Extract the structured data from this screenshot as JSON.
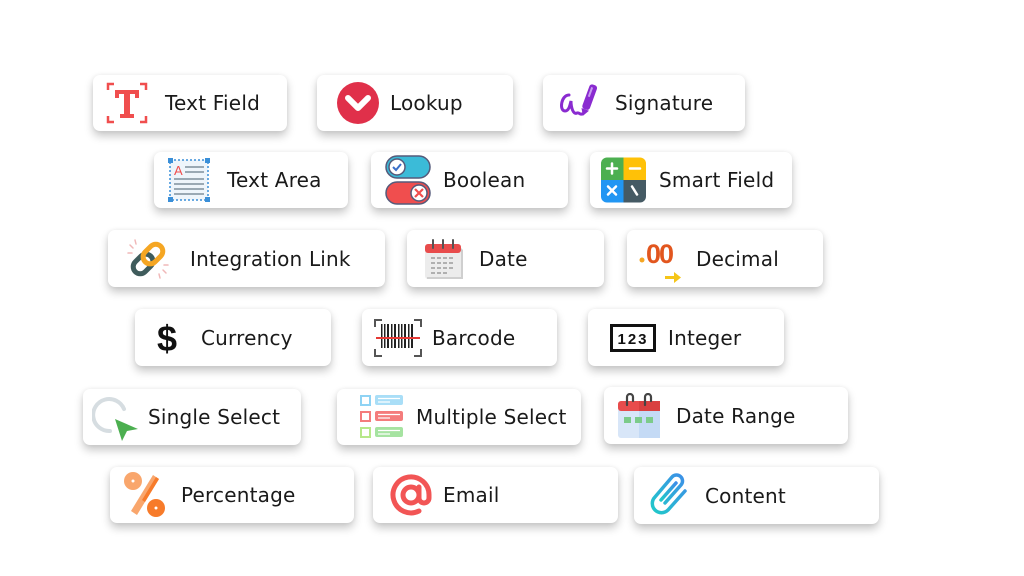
{
  "field_types": [
    {
      "id": "text-field",
      "label": "Text Field",
      "icon": "text-field-icon",
      "color": "#f04e4e"
    },
    {
      "id": "lookup",
      "label": "Lookup",
      "icon": "lookup-chevron-icon",
      "color": "#e0304a"
    },
    {
      "id": "signature",
      "label": "Signature",
      "icon": "signature-pen-icon",
      "color": "#8a2bd0"
    },
    {
      "id": "text-area",
      "label": "Text Area",
      "icon": "text-area-icon",
      "color": "#3a8fd8"
    },
    {
      "id": "boolean",
      "label": "Boolean",
      "icon": "boolean-toggle-icon",
      "color": "#3bbbd8"
    },
    {
      "id": "smart-field",
      "label": "Smart Field",
      "icon": "calculator-icon",
      "color": "#4caf50"
    },
    {
      "id": "integration-link",
      "label": "Integration Link",
      "icon": "chain-link-icon",
      "color": "#f5a623"
    },
    {
      "id": "date",
      "label": "Date",
      "icon": "calendar-icon",
      "color": "#e84c4c"
    },
    {
      "id": "decimal",
      "label": "Decimal",
      "icon": "decimal-icon",
      "color": "#e2561e",
      "icon_text": ".00"
    },
    {
      "id": "currency",
      "label": "Currency",
      "icon": "dollar-icon",
      "color": "#111111",
      "icon_text": "$"
    },
    {
      "id": "barcode",
      "label": "Barcode",
      "icon": "barcode-icon",
      "color": "#e53935"
    },
    {
      "id": "integer",
      "label": "Integer",
      "icon": "integer-123-icon",
      "color": "#111111",
      "icon_text": "123"
    },
    {
      "id": "single-select",
      "label": "Single Select",
      "icon": "cursor-select-icon",
      "color": "#4caf50"
    },
    {
      "id": "multiple-select",
      "label": "Multiple Select",
      "icon": "checklist-icon",
      "color": "#f47c7c"
    },
    {
      "id": "date-range",
      "label": "Date Range",
      "icon": "calendar-range-icon",
      "color": "#e84c4c"
    },
    {
      "id": "percentage",
      "label": "Percentage",
      "icon": "percent-icon",
      "color": "#f77b2a"
    },
    {
      "id": "email",
      "label": "Email",
      "icon": "at-sign-icon",
      "color": "#f25555",
      "icon_text": "@"
    },
    {
      "id": "content",
      "label": "Content",
      "icon": "paperclip-icon",
      "color": "#2bb5e0"
    }
  ]
}
